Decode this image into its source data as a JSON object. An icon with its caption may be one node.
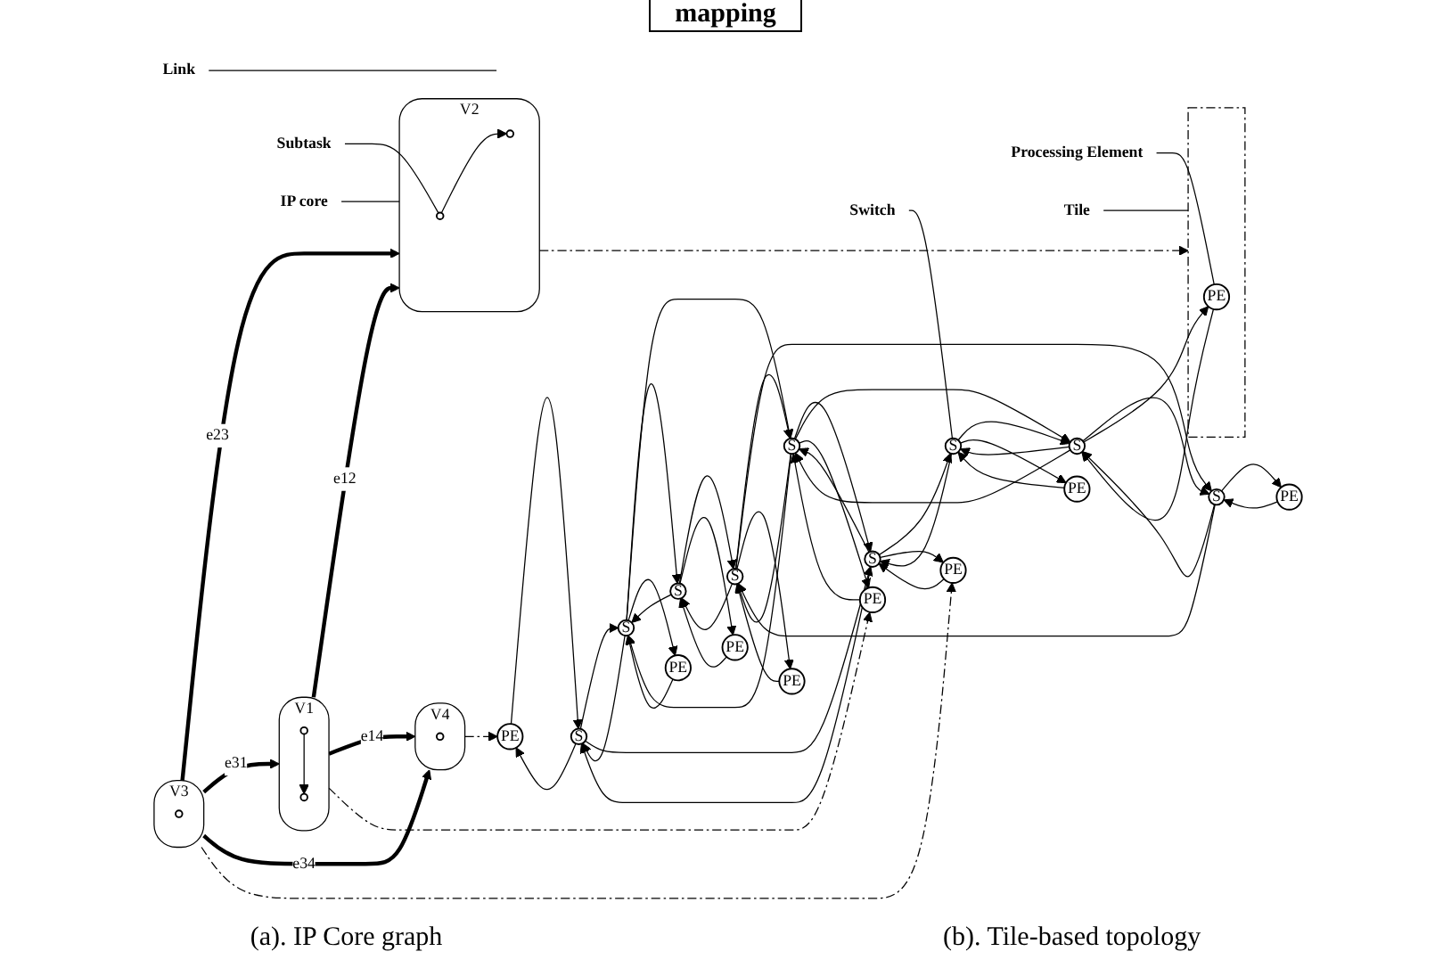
{
  "diagram": {
    "nodes": [
      {
        "text": [
          "Switch"
        ]
      },
      {
        "text": [
          "Subtask"
        ]
      },
      {
        "text": [
          "Processing Element"
        ]
      },
      {
        "text": [
          "Link"
        ]
      },
      {
        "text": [
          "IP core"
        ]
      },
      {
        "text": [
          "V2"
        ]
      },
      {
        "text": [],
        "shape": "circle",
        "in": 5
      },
      {
        "text": [],
        "shape": "circle",
        "in": 5
      },
      {
        "text": [
          "V1"
        ]
      },
      {
        "text": [],
        "shape": "circle",
        "in": 8
      },
      {
        "text": [],
        "shape": "circle",
        "in": 8
      },
      {
        "text": [
          "V3"
        ]
      },
      {
        "text": [],
        "shape": "circle",
        "in": 11
      },
      {
        "text": [
          "V4"
        ]
      },
      {
        "text": [],
        "shape": "circle",
        "in": 13
      },
      {
        "text": [
          "Tile"
        ]
      },
      {
        "text": [
          "S"
        ]
      },
      {
        "text": [
          "S"
        ]
      },
      {
        "text": [
          "S"
        ]
      },
      {
        "text": [
          "PE"
        ]
      },
      {
        "text": [],
        "shape": "box"
      },
      {
        "text": [
          "PE"
        ],
        "in": 20
      },
      {
        "text": [
          "PE"
        ]
      },
      {
        "text": [
          "S"
        ]
      },
      {
        "text": [
          "S"
        ]
      },
      {
        "text": [
          "S"
        ]
      },
      {
        "text": [
          "PE"
        ]
      },
      {
        "text": [
          "PE"
        ]
      },
      {
        "text": [
          "PE"
        ]
      },
      {
        "text": [
          "S"
        ]
      },
      {
        "text": [
          "S"
        ]
      },
      {
        "text": [
          "S"
        ]
      },
      {
        "text": [
          "PE"
        ]
      },
      {
        "text": [
          "PE"
        ]
      },
      {
        "text": [
          "PE"
        ]
      }
    ],
    "edges": [
      {
        "from": 0,
        "to": 16,
        "arrow": "none"
      },
      {
        "from": 1,
        "to": 6,
        "arrow": "none"
      },
      {
        "from": 2,
        "to": 21,
        "arrow": "none"
      },
      {
        "from": 3,
        "to": null,
        "arrow": "none"
      },
      {
        "from": 4,
        "to": 5,
        "arrow": "none"
      },
      {
        "from": 15,
        "to": 20,
        "arrow": "none"
      },
      {
        "from": 6,
        "to": 7,
        "arrow": "to"
      },
      {
        "from": 9,
        "to": 10,
        "arrow": "to"
      },
      {
        "from": 8,
        "to": 5,
        "arrow": "to",
        "label": "e12",
        "style": "thick"
      },
      {
        "from": 11,
        "to": 5,
        "arrow": "to",
        "label": "e23",
        "style": "thick"
      },
      {
        "from": 11,
        "to": 8,
        "arrow": "to",
        "label": "e31",
        "style": "thick"
      },
      {
        "from": 8,
        "to": 13,
        "arrow": "to",
        "label": "e14",
        "style": "thick"
      },
      {
        "from": 11,
        "to": 13,
        "arrow": "to",
        "label": "e34",
        "style": "thick"
      },
      {
        "from": 5,
        "to": 20,
        "arrow": "to",
        "style": "dashed"
      },
      {
        "from": 11,
        "to": 26,
        "arrow": "to",
        "style": "dashed"
      },
      {
        "from": 8,
        "to": 27,
        "arrow": "to",
        "style": "dashed"
      },
      {
        "from": 13,
        "to": 32,
        "arrow": "to",
        "style": "dashed"
      },
      {
        "from": 16,
        "to": 17,
        "arrow": "to"
      },
      {
        "from": 17,
        "to": 16,
        "arrow": "to"
      },
      {
        "from": 17,
        "to": 18,
        "arrow": "to"
      },
      {
        "from": 18,
        "to": 17,
        "arrow": "to"
      },
      {
        "from": 23,
        "to": 24,
        "arrow": "to"
      },
      {
        "from": 24,
        "to": 23,
        "arrow": "to"
      },
      {
        "from": 24,
        "to": 25,
        "arrow": "to"
      },
      {
        "from": 25,
        "to": 24,
        "arrow": "to"
      },
      {
        "from": 29,
        "to": 30,
        "arrow": "to"
      },
      {
        "from": 30,
        "to": 29,
        "arrow": "to"
      },
      {
        "from": 30,
        "to": 31,
        "arrow": "to"
      },
      {
        "from": 31,
        "to": 30,
        "arrow": "to"
      },
      {
        "from": 16,
        "to": 23,
        "arrow": "to"
      },
      {
        "from": 23,
        "to": 16,
        "arrow": "to"
      },
      {
        "from": 17,
        "to": 24,
        "arrow": "to"
      },
      {
        "from": 24,
        "to": 17,
        "arrow": "to"
      },
      {
        "from": 18,
        "to": 25,
        "arrow": "to"
      },
      {
        "from": 25,
        "to": 18,
        "arrow": "to"
      },
      {
        "from": 23,
        "to": 29,
        "arrow": "to"
      },
      {
        "from": 29,
        "to": 23,
        "arrow": "to"
      },
      {
        "from": 24,
        "to": 30,
        "arrow": "to"
      },
      {
        "from": 30,
        "to": 24,
        "arrow": "to"
      },
      {
        "from": 25,
        "to": 31,
        "arrow": "to"
      },
      {
        "from": 31,
        "to": 25,
        "arrow": "to"
      },
      {
        "from": 16,
        "to": 19,
        "arrow": "to"
      },
      {
        "from": 19,
        "to": 16,
        "arrow": "to"
      },
      {
        "from": 17,
        "to": 21,
        "arrow": "to"
      },
      {
        "from": 21,
        "to": 17,
        "arrow": "to"
      },
      {
        "from": 18,
        "to": 22,
        "arrow": "to"
      },
      {
        "from": 22,
        "to": 18,
        "arrow": "to"
      },
      {
        "from": 23,
        "to": 26,
        "arrow": "to"
      },
      {
        "from": 26,
        "to": 23,
        "arrow": "to"
      },
      {
        "from": 24,
        "to": 27,
        "arrow": "to"
      },
      {
        "from": 27,
        "to": 24,
        "arrow": "to"
      },
      {
        "from": 25,
        "to": 28,
        "arrow": "to"
      },
      {
        "from": 28,
        "to": 25,
        "arrow": "to"
      },
      {
        "from": 29,
        "to": 32,
        "arrow": "to"
      },
      {
        "from": 32,
        "to": 29,
        "arrow": "to"
      },
      {
        "from": 30,
        "to": 33,
        "arrow": "to"
      },
      {
        "from": 33,
        "to": 30,
        "arrow": "to"
      },
      {
        "from": 31,
        "to": 34,
        "arrow": "to"
      },
      {
        "from": 34,
        "to": 31,
        "arrow": "to"
      }
    ],
    "labels": [
      "mapping",
      "(a). IP Core graph",
      "(b). Tile-based topology"
    ]
  }
}
